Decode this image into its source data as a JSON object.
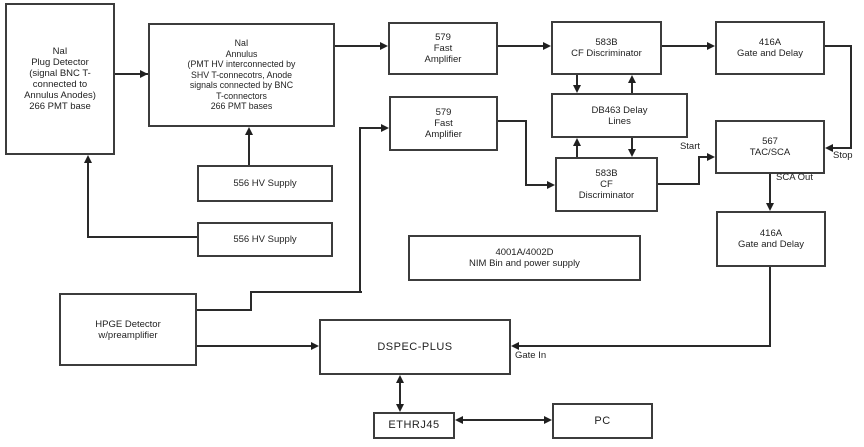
{
  "diagram": {
    "type": "instrumentation-block-diagram",
    "colors": {
      "background": "#ffffff",
      "box_border": "#3c3c3c",
      "line": "#2a2a2a",
      "text": "#1f1f1f"
    },
    "boxes": {
      "nai_plug": {
        "text": "NaI\nPlug Detector\n(signal BNC T-\nconnected  to\nAnnulus Anodes)\n266 PMT base"
      },
      "nai_annulus": {
        "text": "NaI\nAnnulus\n(PMT HV interconnected by\nSHV T-connecotrs,  Anode\nsignals connected by BNC\nT-connectors\n266 PMT bases"
      },
      "fast_amp_1": {
        "text": "579\nFast\nAmplifier"
      },
      "cf_disc_1": {
        "text": "583B\nCF Discriminator"
      },
      "gate_delay_1": {
        "text": "416A\nGate and Delay"
      },
      "fast_amp_2": {
        "text": "579\nFast\nAmplifier"
      },
      "db463": {
        "text": "DB463 Delay\nLines"
      },
      "tac_sca": {
        "text": "567\nTAC/SCA"
      },
      "cf_disc_2": {
        "text": "583B\nCF\nDiscriminator"
      },
      "hv_supply_1": {
        "text": "556 HV Supply"
      },
      "gate_delay_2": {
        "text": "416A\nGate and Delay"
      },
      "hv_supply_2": {
        "text": "556 HV Supply"
      },
      "nim_bin": {
        "text": "4001A/4002D\nNIM Bin and power supply"
      },
      "hpge": {
        "text": "HPGE Detector\nw/preamplifier"
      },
      "dspec": {
        "text": "DSPEC-PLUS"
      },
      "ethrj45": {
        "text": "ETHRJ45"
      },
      "pc": {
        "text": "PC"
      }
    },
    "edge_labels": {
      "start": "Start",
      "stop": "Stop",
      "sca_out": "SCA Out",
      "gate_in": "Gate In"
    },
    "edges": [
      {
        "from": "nai_plug",
        "to": "nai_annulus"
      },
      {
        "from": "nai_annulus",
        "to": "fast_amp_1"
      },
      {
        "from": "fast_amp_1",
        "to": "cf_disc_1"
      },
      {
        "from": "cf_disc_1",
        "to": "gate_delay_1"
      },
      {
        "from": "gate_delay_1",
        "to": "tac_sca",
        "label": "Stop"
      },
      {
        "from": "cf_disc_1",
        "to": "db463"
      },
      {
        "from": "db463",
        "to": "cf_disc_1"
      },
      {
        "from": "cf_disc_2",
        "to": "db463"
      },
      {
        "from": "db463",
        "to": "cf_disc_2"
      },
      {
        "from": "fast_amp_2",
        "to": "cf_disc_2"
      },
      {
        "from": "cf_disc_2",
        "to": "tac_sca",
        "label": "Start"
      },
      {
        "from": "tac_sca",
        "to": "gate_delay_2",
        "label": "SCA Out"
      },
      {
        "from": "gate_delay_2",
        "to": "dspec",
        "label": "Gate In"
      },
      {
        "from": "hv_supply_1",
        "to": "nai_annulus"
      },
      {
        "from": "hv_supply_2",
        "to": "nai_plug"
      },
      {
        "from": "hpge",
        "to": "fast_amp_2"
      },
      {
        "from": "hpge",
        "to": "dspec"
      },
      {
        "from": "dspec",
        "to": "ethrj45",
        "bidirectional": true
      },
      {
        "from": "ethrj45",
        "to": "pc",
        "bidirectional": true
      }
    ]
  }
}
